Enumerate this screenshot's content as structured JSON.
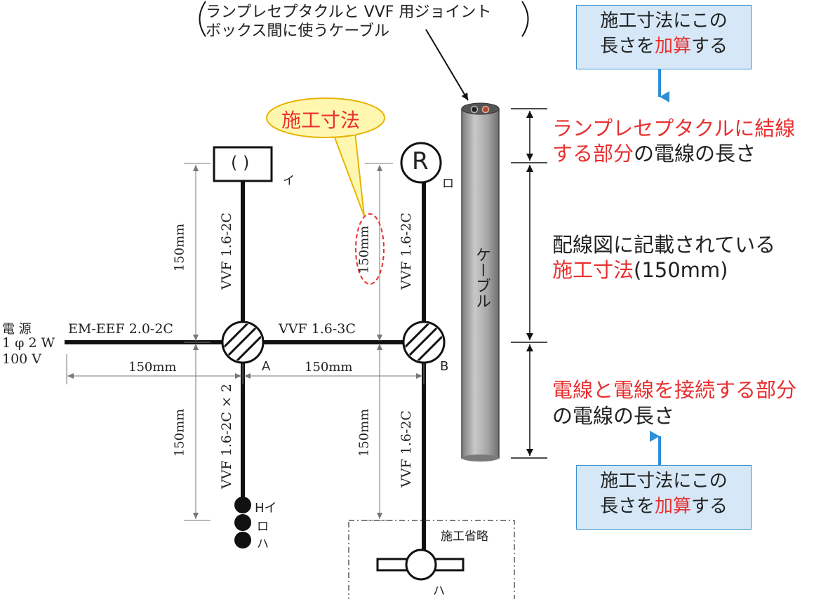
{
  "cable_note": {
    "line1": "ランプレセプタクルと VVF 用ジョイント",
    "line2": "ボックス間に使うケーブル"
  },
  "top_box": {
    "line1": "施工寸法にこの",
    "line2_pre": "長さを",
    "line2_red": "加算",
    "line2_post": "する"
  },
  "bottom_box": {
    "line1": "施工寸法にこの",
    "line2_pre": "長さを",
    "line2_red": "加算",
    "line2_post": "する"
  },
  "bubble_label": "施工寸法",
  "right_notes": {
    "terminal_red1": "ランプレセプタクルに結線",
    "terminal_red2": "する部分",
    "terminal_black2": "の電線の長さ",
    "middle_black1": "配線図に記載されている",
    "middle_red2": "施工寸法",
    "middle_black2": "(150mm)",
    "joint_red1": "電線と電線を接続する部分",
    "joint_black2": "の電線の長さ"
  },
  "cable_label": "ケーブル",
  "source": {
    "line1": "電 源",
    "line2": "1 φ 2 W",
    "line3": "100 V"
  },
  "labels": {
    "source_cable": "EM-EEF 2.0-2C",
    "ab_cable": "VVF 1.6-3C",
    "a_up_cable": "VVF 1.6-2C",
    "a_down_cable": "VVF 1.6-2C × 2",
    "b_up_cable": "VVF 1.6-2C",
    "b_down_cable": "VVF 1.6-2C",
    "dim_left_h": "150mm",
    "dim_ab_h": "150mm",
    "dim_a_up_v": "150mm",
    "dim_a_down_v": "150mm",
    "dim_b_up_v": "150mm",
    "dim_b_down_v": "150mm",
    "box_a": "A",
    "box_b": "B",
    "fixture_i": "イ",
    "fixture_ro": "ロ",
    "fixture_ha": "ハ",
    "receptacle_symbol": "R",
    "ceiling_symbol": "( )",
    "switch_h": "H",
    "switch_i": "イ",
    "switch_ro": "ロ",
    "switch_ha": "ハ",
    "omitted": "施工省略"
  },
  "colors": {
    "red": "#e83030",
    "blue_box_fill": "#d6e8f7",
    "blue_border": "#3a8fd0",
    "bubble_fill": "#fff7b0",
    "bubble_border": "#e8b400",
    "cable_gray": "#a9a9a9"
  }
}
